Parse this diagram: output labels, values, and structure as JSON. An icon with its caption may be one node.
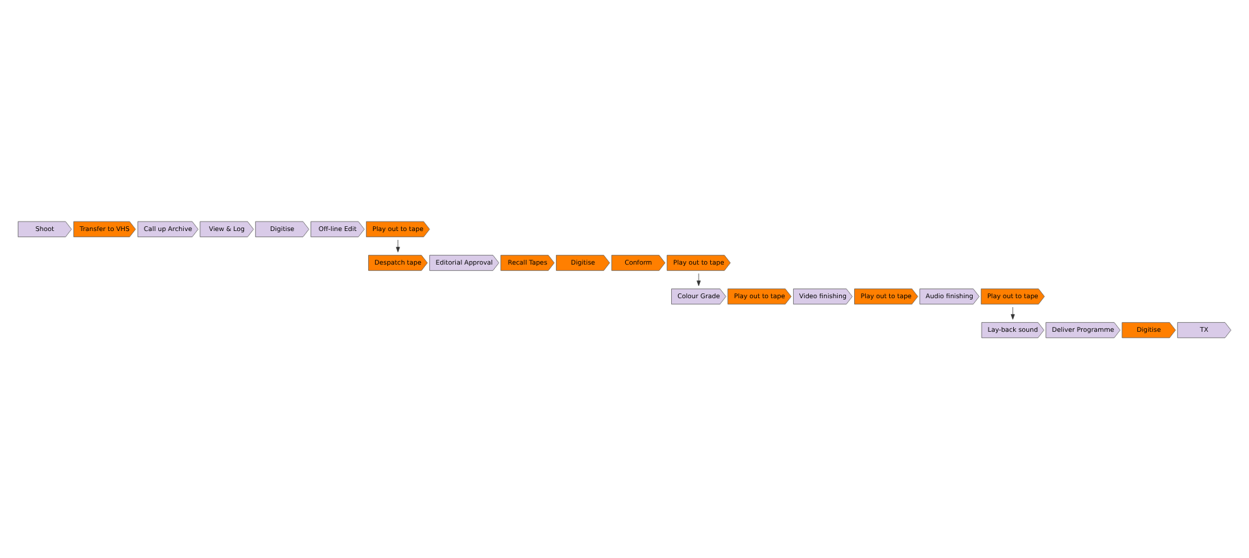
{
  "diagram": {
    "nodes": [
      {
        "text": [
          "Shoot"
        ]
      },
      {
        "text": [
          "Transfer to VHS"
        ]
      },
      {
        "text": [
          "Call up Archive"
        ]
      },
      {
        "text": [
          "View & Log"
        ]
      },
      {
        "text": [
          "Digitise"
        ]
      },
      {
        "text": [
          "Off-line Edit"
        ]
      },
      {
        "text": [
          "Play out to tape"
        ]
      },
      {
        "text": [
          "Despatch tape"
        ]
      },
      {
        "text": [
          "Editorial Approval"
        ]
      },
      {
        "text": [
          "Recall Tapes"
        ]
      },
      {
        "text": [
          "Digitise"
        ]
      },
      {
        "text": [
          "Conform"
        ]
      },
      {
        "text": [
          "Play out to tape"
        ]
      },
      {
        "text": [
          "Colour Grade"
        ]
      },
      {
        "text": [
          "Play out to tape"
        ]
      },
      {
        "text": [
          "Video finishing"
        ]
      },
      {
        "text": [
          "Play out to tape"
        ]
      },
      {
        "text": [
          "Audio finishing"
        ]
      },
      {
        "text": [
          "Play out to tape"
        ]
      },
      {
        "text": [
          "Lay-back sound"
        ]
      },
      {
        "text": [
          "Deliver Programme"
        ]
      },
      {
        "text": [
          "Digitise"
        ]
      },
      {
        "text": [
          "TX"
        ]
      }
    ],
    "edges": [
      {
        "from": 6,
        "to": 7,
        "arrow": "to"
      },
      {
        "from": 12,
        "to": 13,
        "arrow": "to"
      },
      {
        "from": 18,
        "to": 19,
        "arrow": "to"
      }
    ]
  }
}
